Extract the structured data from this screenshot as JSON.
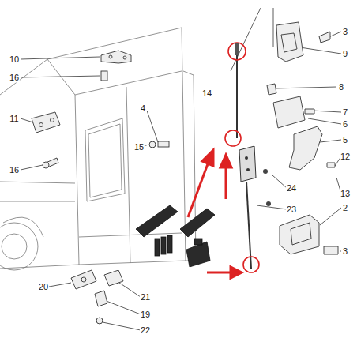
{
  "diagram": {
    "labels": [
      "10",
      "16",
      "11",
      "16",
      "4",
      "15",
      "14",
      "3",
      "9",
      "8",
      "7",
      "6",
      "5",
      "12",
      "13",
      "24",
      "23",
      "2",
      "3",
      "20",
      "21",
      "19",
      "22"
    ]
  }
}
